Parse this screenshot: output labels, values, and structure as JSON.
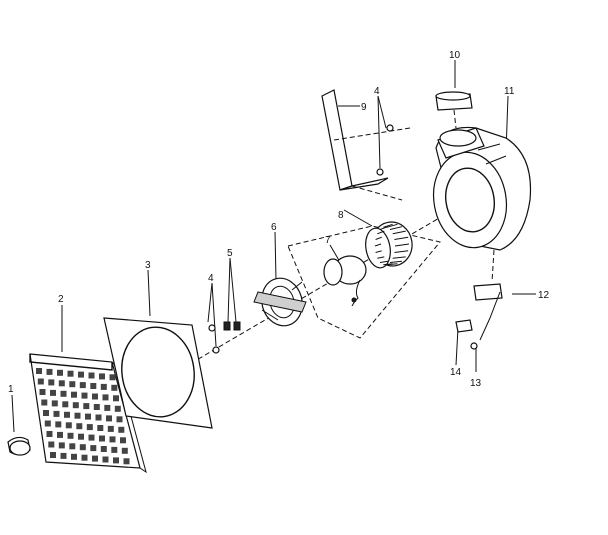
{
  "callouts": [
    {
      "id": "1",
      "label": "1"
    },
    {
      "id": "2",
      "label": "2"
    },
    {
      "id": "3",
      "label": "3"
    },
    {
      "id": "4a",
      "label": "4"
    },
    {
      "id": "5",
      "label": "5"
    },
    {
      "id": "6",
      "label": "6"
    },
    {
      "id": "7",
      "label": "7"
    },
    {
      "id": "8",
      "label": "8"
    },
    {
      "id": "9",
      "label": "9"
    },
    {
      "id": "4b",
      "label": "4"
    },
    {
      "id": "10",
      "label": "10"
    },
    {
      "id": "11",
      "label": "11"
    },
    {
      "id": "12",
      "label": "12"
    },
    {
      "id": "13",
      "label": "13"
    },
    {
      "id": "14",
      "label": "14"
    }
  ]
}
